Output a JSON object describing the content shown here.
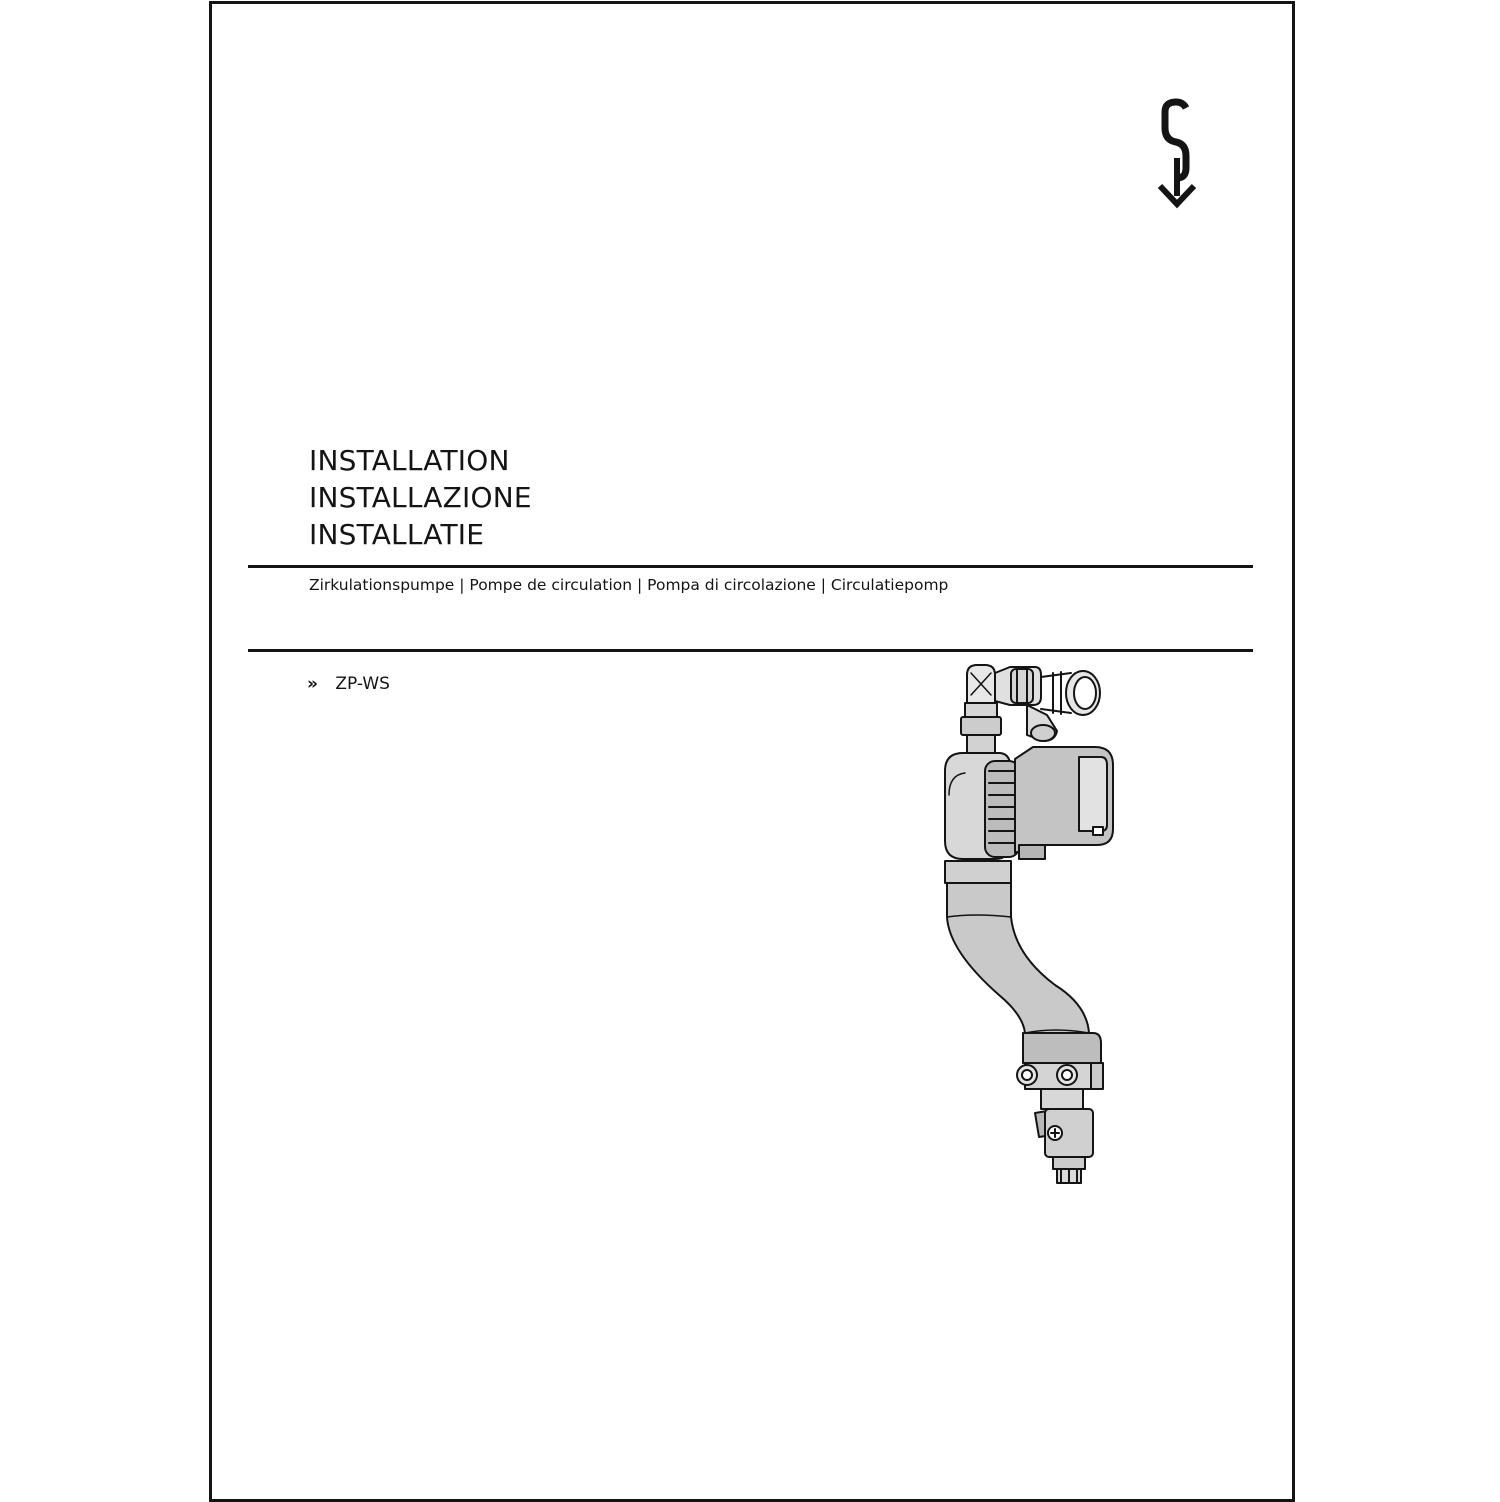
{
  "document": {
    "title_lines": [
      "INSTALLATION",
      "INSTALLAZIONE",
      "INSTALLATIE"
    ],
    "subtitle": "Zirkulationspumpe | Pompe de circulation | Pompa di circolazione | Circulatiepomp",
    "model": {
      "bullet": "»",
      "name": "ZP-WS"
    }
  },
  "logo": {
    "icon": "s-arrow-down-logo"
  },
  "illustration": {
    "icon": "circulation-pump-assembly-drawing"
  },
  "colors": {
    "ink": "#141414",
    "paper": "#ffffff"
  }
}
